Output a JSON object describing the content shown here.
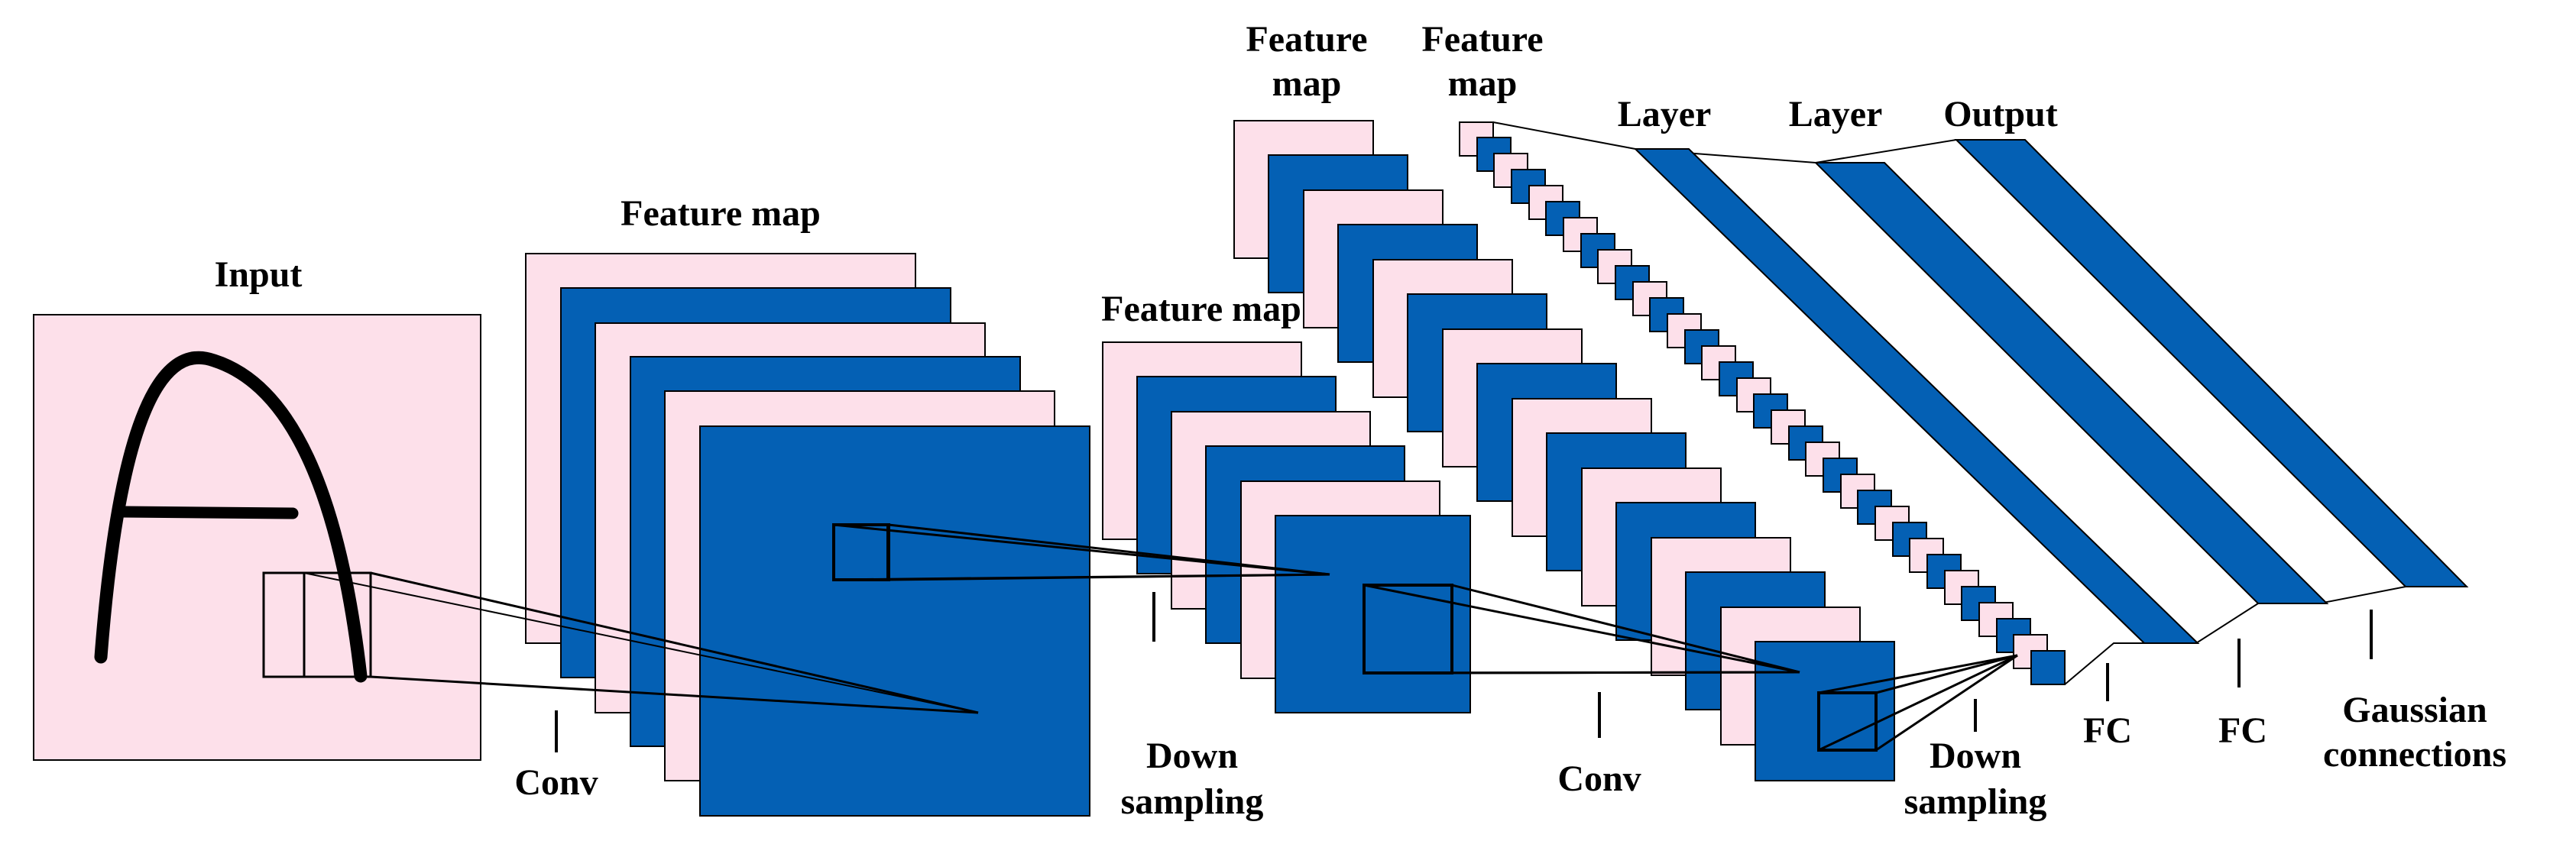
{
  "diagram": {
    "colors": {
      "pink": "#fde0ea",
      "blue": "#0460b4",
      "stroke": "#000000"
    },
    "letter": "A",
    "labels": {
      "input": "Input",
      "feature_map_1": "Feature map",
      "feature_map_2": "Feature map",
      "feature_map_3a": "Feature",
      "feature_map_3b": "map",
      "feature_map_4a": "Feature",
      "feature_map_4b": "map",
      "layer_1": "Layer",
      "layer_2": "Layer",
      "output": "Output",
      "conv_1": "Conv",
      "down_1a": "Down",
      "down_1b": "sampling",
      "conv_2": "Conv",
      "down_2a": "Down",
      "down_2b": "sampling",
      "fc_1": "FC",
      "fc_2": "FC",
      "gauss_a": "Gaussian",
      "gauss_b": "connections"
    }
  }
}
